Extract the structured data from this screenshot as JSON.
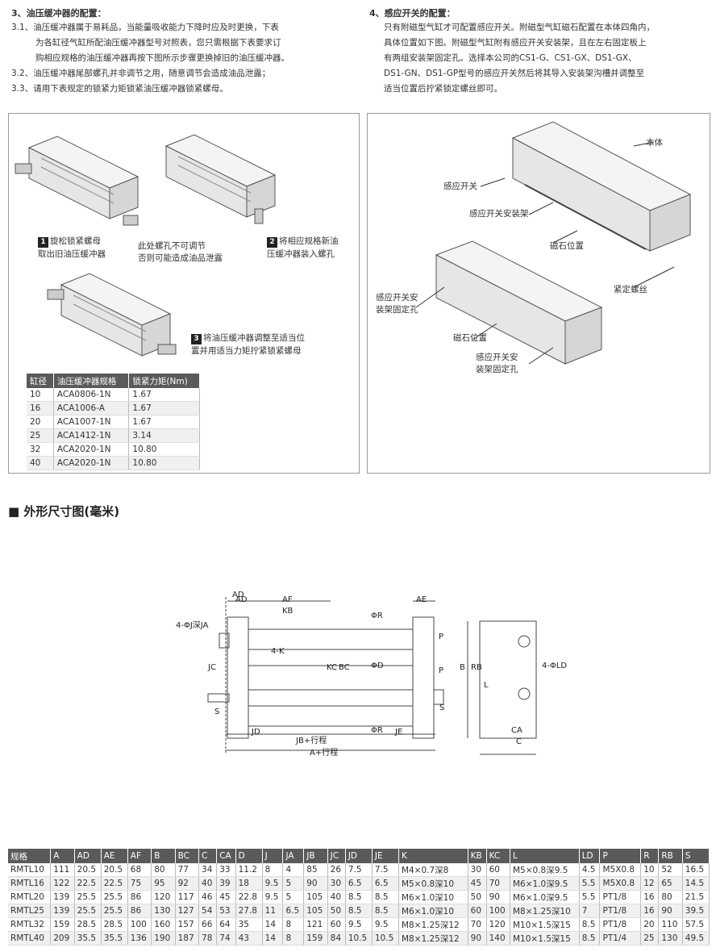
{
  "section3": {
    "title": "3、油压缓冲器的配置：",
    "lines": [
      "3.1、油压缓冲器属于易耗品，当能量吸收能力下降时应及时更换，下表",
      "为各缸径气缸所配油压缓冲器型号对照表，您只需根据下表要求订",
      "购相应规格的油压缓冲器再按下图所示步骤更换掉旧的油压缓冲器。",
      "3.2、油压缓冲器尾部螺孔并非调节之用，随意调节会造成油品泄露；",
      "3.3、请用下表规定的锁紧力矩锁紧油压缓冲器锁紧螺母。"
    ]
  },
  "section4": {
    "title": "4、感应开关的配置：",
    "lines": [
      "只有附磁型气缸才可配置感应开关。附磁型气缸磁石配置在本体四角内，",
      "具体位置如下图。附磁型气缸附有感应开关安装架，且在左右固定板上",
      "有两组安装架固定孔。选择本公司的CS1-G、CS1-GX、DS1-GX、",
      "DS1-GN、DS1-GP型号的感应开关然后将其导入安装架沟槽并调整至",
      "适当位置后拧紧锁定螺丝即可。"
    ]
  },
  "steps": {
    "step1": {
      "num": "1",
      "line1": "旋松锁紧螺母",
      "line2": "取出旧油压缓冲器"
    },
    "step2": {
      "num": "2",
      "line1": "将相应规格新油",
      "line2": "压缓冲器装入螺孔"
    },
    "step3": {
      "num": "3",
      "line1": "将油压缓冲器调整至适当位",
      "line2": "置并用适当力矩拧紧锁紧螺母"
    },
    "note": {
      "line1": "此处螺孔不可调节",
      "line2": "否则可能造成油品泄露"
    }
  },
  "torque_table": {
    "headers": [
      "缸径",
      "油压缓冲器规格",
      "锁紧力矩(Nm)"
    ],
    "rows": [
      [
        "10",
        "ACA0806-1N",
        "1.67"
      ],
      [
        "16",
        "ACA1006-A",
        "1.67"
      ],
      [
        "20",
        "ACA1007-1N",
        "1.67"
      ],
      [
        "25",
        "ACA1412-1N",
        "3.14"
      ],
      [
        "32",
        "ACA2020-1N",
        "10.80"
      ],
      [
        "40",
        "ACA2020-1N",
        "10.80"
      ]
    ]
  },
  "switch_labels": {
    "body": "本体",
    "sensor_switch": "感应开关",
    "sensor_mount": "感应开关安装架",
    "magnet_pos_1": "磁石位置",
    "fix_hole_1_l1": "感应开关安",
    "fix_hole_1_l2": "装架固定孔",
    "set_screw": "紧定螺丝",
    "magnet_pos_2": "磁石位置",
    "fix_hole_2_l1": "感应开关安",
    "fix_hole_2_l2": "装架固定孔"
  },
  "dimension_section": {
    "title": "外形尺寸图(毫米)",
    "marker": "■"
  },
  "drawing_labels": {
    "AD": "AD",
    "AF": "AF",
    "AE": "AE",
    "KB": "KB",
    "JA": "4-ΦJ深JA",
    "K": "4-K",
    "JC": "JC",
    "KC": "KC",
    "BC": "BC",
    "S1": "S",
    "S2": "S",
    "JD": "JD",
    "JB": "JB+行程",
    "JE": "JE",
    "A": "A+行程",
    "PhiR1": "ΦR",
    "PhiD": "ΦD",
    "PhiR2": "ΦR",
    "P1": "P",
    "P2": "P",
    "B": "B",
    "RB": "RB",
    "L": "L",
    "LD": "4-ΦLD",
    "CA": "CA",
    "C": "C"
  },
  "dim_table": {
    "headers": [
      "规格",
      "A",
      "AD",
      "AE",
      "AF",
      "B",
      "BC",
      "C",
      "CA",
      "D",
      "J",
      "JA",
      "JB",
      "JC",
      "JD",
      "JE",
      "K",
      "KB",
      "KC",
      "L",
      "LD",
      "P",
      "R",
      "RB",
      "S"
    ],
    "rows": [
      [
        "RMTL10",
        "111",
        "20.5",
        "20.5",
        "68",
        "80",
        "77",
        "34",
        "33",
        "11.2",
        "8",
        "4",
        "85",
        "26",
        "7.5",
        "7.5",
        "M4×0.7深8",
        "30",
        "60",
        "M5×0.8深9.5",
        "4.5",
        "M5X0.8",
        "10",
        "52",
        "16.5"
      ],
      [
        "RMTL16",
        "122",
        "22.5",
        "22.5",
        "75",
        "95",
        "92",
        "40",
        "39",
        "18",
        "9.5",
        "5",
        "90",
        "30",
        "6.5",
        "6.5",
        "M5×0.8深10",
        "45",
        "70",
        "M6×1.0深9.5",
        "5.5",
        "M5X0.8",
        "12",
        "65",
        "14.5"
      ],
      [
        "RMTL20",
        "139",
        "25.5",
        "25.5",
        "86",
        "120",
        "117",
        "46",
        "45",
        "22.8",
        "9.5",
        "5",
        "105",
        "40",
        "8.5",
        "8.5",
        "M6×1.0深10",
        "50",
        "90",
        "M6×1.0深9.5",
        "5.5",
        "PT1/8",
        "16",
        "80",
        "21.5"
      ],
      [
        "RMTL25",
        "139",
        "25.5",
        "25.5",
        "86",
        "130",
        "127",
        "54",
        "53",
        "27.8",
        "11",
        "6.5",
        "105",
        "50",
        "8.5",
        "8.5",
        "M6×1.0深10",
        "60",
        "100",
        "M8×1.25深10",
        "7",
        "PT1/8",
        "16",
        "90",
        "39.5"
      ],
      [
        "RMTL32",
        "159",
        "28.5",
        "28.5",
        "100",
        "160",
        "157",
        "66",
        "64",
        "35",
        "14",
        "8",
        "121",
        "60",
        "9.5",
        "9.5",
        "M8×1.25深12",
        "70",
        "120",
        "M10×1.5深15",
        "8.5",
        "PT1/8",
        "20",
        "110",
        "57.5"
      ],
      [
        "RMTL40",
        "209",
        "35.5",
        "35.5",
        "136",
        "190",
        "187",
        "78",
        "74",
        "43",
        "14",
        "8",
        "159",
        "84",
        "10.5",
        "10.5",
        "M8×1.25深12",
        "90",
        "140",
        "M10×1.5深15",
        "8.5",
        "PT1/4",
        "25",
        "130",
        "49.5"
      ]
    ]
  }
}
